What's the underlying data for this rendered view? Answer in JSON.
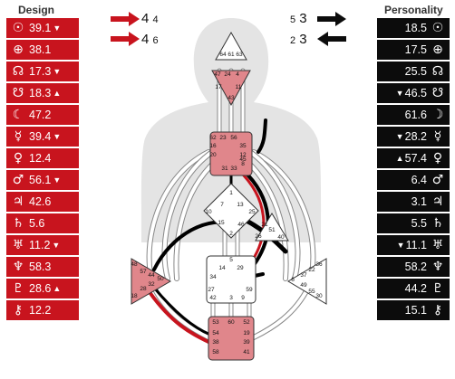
{
  "headers": {
    "design": "Design",
    "personality": "Personality"
  },
  "colors": {
    "design": "#c8141e",
    "personality": "#0c0c0c",
    "defined_center": "#e0868b"
  },
  "design": [
    {
      "planet": "sun",
      "glyph": "☉",
      "value": "39.1",
      "arrow": "▼"
    },
    {
      "planet": "earth",
      "glyph": "⊕",
      "value": "38.1",
      "arrow": ""
    },
    {
      "planet": "north-node",
      "glyph": "☊",
      "value": "17.3",
      "arrow": "▼"
    },
    {
      "planet": "south-node",
      "glyph": "☋",
      "value": "18.3",
      "arrow": "▲"
    },
    {
      "planet": "moon",
      "glyph": "☾",
      "value": "47.2",
      "arrow": ""
    },
    {
      "planet": "mercury",
      "glyph": "☿",
      "value": "39.4",
      "arrow": "▼"
    },
    {
      "planet": "venus",
      "glyph": "♀",
      "value": "12.4",
      "arrow": ""
    },
    {
      "planet": "mars",
      "glyph": "♂",
      "value": "56.1",
      "arrow": "▼"
    },
    {
      "planet": "jupiter",
      "glyph": "♃",
      "value": "42.6",
      "arrow": ""
    },
    {
      "planet": "saturn",
      "glyph": "♄",
      "value": "5.6",
      "arrow": ""
    },
    {
      "planet": "uranus",
      "glyph": "♅",
      "value": "11.2",
      "arrow": "▼"
    },
    {
      "planet": "neptune",
      "glyph": "♆",
      "value": "58.3",
      "arrow": ""
    },
    {
      "planet": "pluto",
      "glyph": "♇",
      "value": "28.6",
      "arrow": "▲"
    },
    {
      "planet": "chiron",
      "glyph": "⚷",
      "value": "12.2",
      "arrow": ""
    }
  ],
  "personality": [
    {
      "planet": "sun",
      "glyph": "☉",
      "value": "18.5",
      "arrow": ""
    },
    {
      "planet": "earth",
      "glyph": "⊕",
      "value": "17.5",
      "arrow": ""
    },
    {
      "planet": "north-node",
      "glyph": "☊",
      "value": "25.5",
      "arrow": ""
    },
    {
      "planet": "south-node",
      "glyph": "☋",
      "value": "46.5",
      "arrow": "▼"
    },
    {
      "planet": "moon",
      "glyph": "☽",
      "value": "61.6",
      "arrow": ""
    },
    {
      "planet": "mercury",
      "glyph": "☿",
      "value": "28.2",
      "arrow": "▼"
    },
    {
      "planet": "venus",
      "glyph": "♀",
      "value": "57.4",
      "arrow": "▲"
    },
    {
      "planet": "mars",
      "glyph": "♂",
      "value": "6.4",
      "arrow": ""
    },
    {
      "planet": "jupiter",
      "glyph": "♃",
      "value": "3.1",
      "arrow": ""
    },
    {
      "planet": "saturn",
      "glyph": "♄",
      "value": "5.5",
      "arrow": ""
    },
    {
      "planet": "uranus",
      "glyph": "♅",
      "value": "11.1",
      "arrow": "▼"
    },
    {
      "planet": "neptune",
      "glyph": "♆",
      "value": "58.2",
      "arrow": ""
    },
    {
      "planet": "pluto",
      "glyph": "♇",
      "value": "44.2",
      "arrow": ""
    },
    {
      "planet": "chiron",
      "glyph": "⚷",
      "value": "15.1",
      "arrow": ""
    }
  ],
  "variables": {
    "design_top": {
      "main": "4",
      "sub": "4"
    },
    "design_bottom": {
      "main": "4",
      "sub": "6"
    },
    "personality_top": {
      "main": "3",
      "sub": "5"
    },
    "personality_bottom": {
      "main": "3",
      "sub": "2"
    }
  },
  "gates": {
    "head": [
      "64",
      "61",
      "63"
    ],
    "ajna": [
      "47",
      "24",
      "4",
      "17",
      "43",
      "11"
    ],
    "throat": [
      "62",
      "23",
      "56",
      "16",
      "35",
      "20",
      "12",
      "31",
      "8",
      "33",
      "45"
    ],
    "g": [
      "1",
      "13",
      "7",
      "10",
      "25",
      "15",
      "46",
      "2"
    ],
    "heart": [
      "21",
      "51",
      "26",
      "40"
    ],
    "spleen": [
      "48",
      "57",
      "44",
      "50",
      "32",
      "28",
      "18"
    ],
    "sacral": [
      "5",
      "14",
      "29",
      "34",
      "59",
      "27",
      "42",
      "3",
      "9"
    ],
    "solar_plexus": [
      "36",
      "22",
      "37",
      "6",
      "49",
      "55",
      "30"
    ],
    "root": [
      "53",
      "60",
      "52",
      "54",
      "19",
      "38",
      "39",
      "58",
      "41"
    ]
  }
}
